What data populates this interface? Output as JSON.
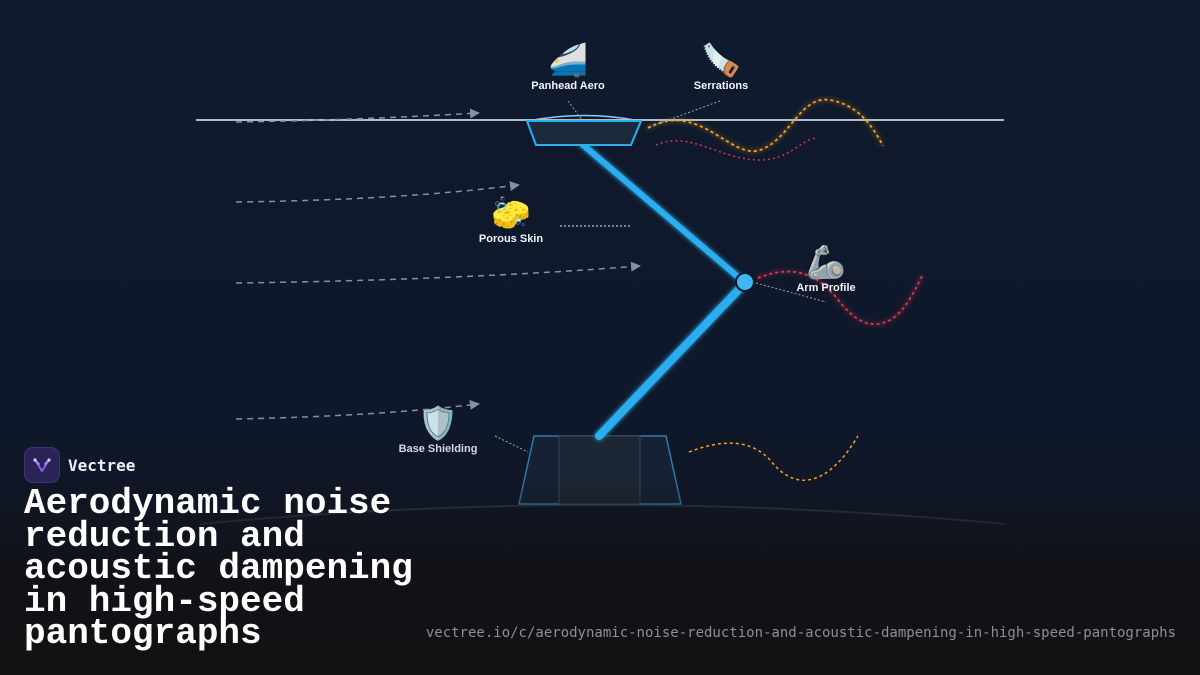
{
  "brand": {
    "name": "Vectree"
  },
  "title": "Aerodynamic noise reduction and acoustic dampening in high-speed pantographs",
  "url": "vectree.io/c/aerodynamic-noise-reduction-and-acoustic-dampening-in-high-speed-pantographs",
  "components": [
    {
      "id": "panhead-aero",
      "emoji": "🚄",
      "label": "Panhead Aero"
    },
    {
      "id": "serrations",
      "emoji": "🪚",
      "label": "Serrations"
    },
    {
      "id": "porous-skin",
      "emoji": "🧽",
      "label": "Porous Skin"
    },
    {
      "id": "arm-profile",
      "emoji": "🦾",
      "label": "Arm Profile"
    },
    {
      "id": "base-shielding",
      "emoji": "🛡️",
      "label": "Base Shielding"
    }
  ],
  "colors": {
    "background": "#0f182a",
    "structure": "#29aef0",
    "overhead_wire": "#aebdcc",
    "airflow": "#8391a6",
    "noise_orange": "#f2a420",
    "noise_red": "#e8304a",
    "noise_pink": "#c83a5a",
    "brand_logo_bg": "#2a2456",
    "brand_logo_mark": "#8a5cf6"
  }
}
